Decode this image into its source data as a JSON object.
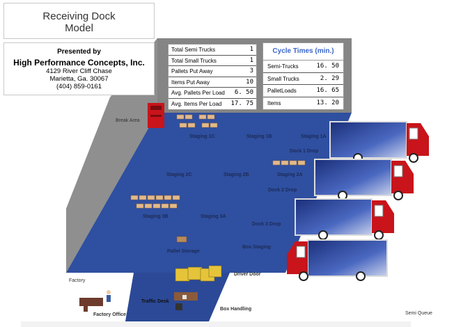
{
  "title": {
    "line1": "Receiving Dock",
    "line2": "Model"
  },
  "company": {
    "presented_by": "Presented by",
    "name": "High Performance Concepts, Inc.",
    "address1": "4129 River Cliff Chase",
    "address2": "Marietta, Ga.  30067",
    "phone": "(404) 859-0161"
  },
  "stats": [
    {
      "label": "Total Semi Trucks",
      "value": "1"
    },
    {
      "label": "Total Small Trucks",
      "value": "1"
    },
    {
      "label": "Pallets Put Away",
      "value": "3"
    },
    {
      "label": "Items Put Away",
      "value": "10"
    },
    {
      "label": "Avg. Pallets Per Load",
      "value": "6. 50"
    },
    {
      "label": "Avg. Items Per Load",
      "value": "17. 75"
    }
  ],
  "cycle_times": {
    "header": "Cycle Times (min.)",
    "rows": [
      {
        "label": "Semi-Trucks",
        "value": "16. 50"
      },
      {
        "label": "Small Trucks",
        "value": "2. 29"
      },
      {
        "label": "PalletLoads",
        "value": "16. 65"
      },
      {
        "label": "Items",
        "value": "13. 20"
      }
    ]
  },
  "floor_labels": {
    "break_area": "Break Area",
    "staging_1c": "Staging 1C",
    "staging_1b": "Staging 1B",
    "staging_1a": "Staging 1A",
    "dock_1_drop": "Dock 1 Drop",
    "staging_2c": "Staging 2C",
    "staging_2b": "Staging 2B",
    "staging_2a": "Staging 2A",
    "dock_2_drop": "Dock 2 Drop",
    "staging_3b": "Staging 3B",
    "staging_3a": "Staging 3A",
    "dock_3_drop": "Dock 3 Drop",
    "pallet_storage": "Pallet Storage",
    "box_staging": "Box Staging",
    "factory": "Factory",
    "traffic_desk": "Traffic Desk",
    "driver_door": "Driver Door",
    "factory_office": "Factory Office",
    "box_handling": "Box Handling",
    "semi_queue": "Semi Queue"
  },
  "colors": {
    "floor": "#2f4fa0",
    "wall": "#8c8c8c",
    "truck_cab": "#c8141a",
    "truck_box": "#2d4a9a"
  }
}
